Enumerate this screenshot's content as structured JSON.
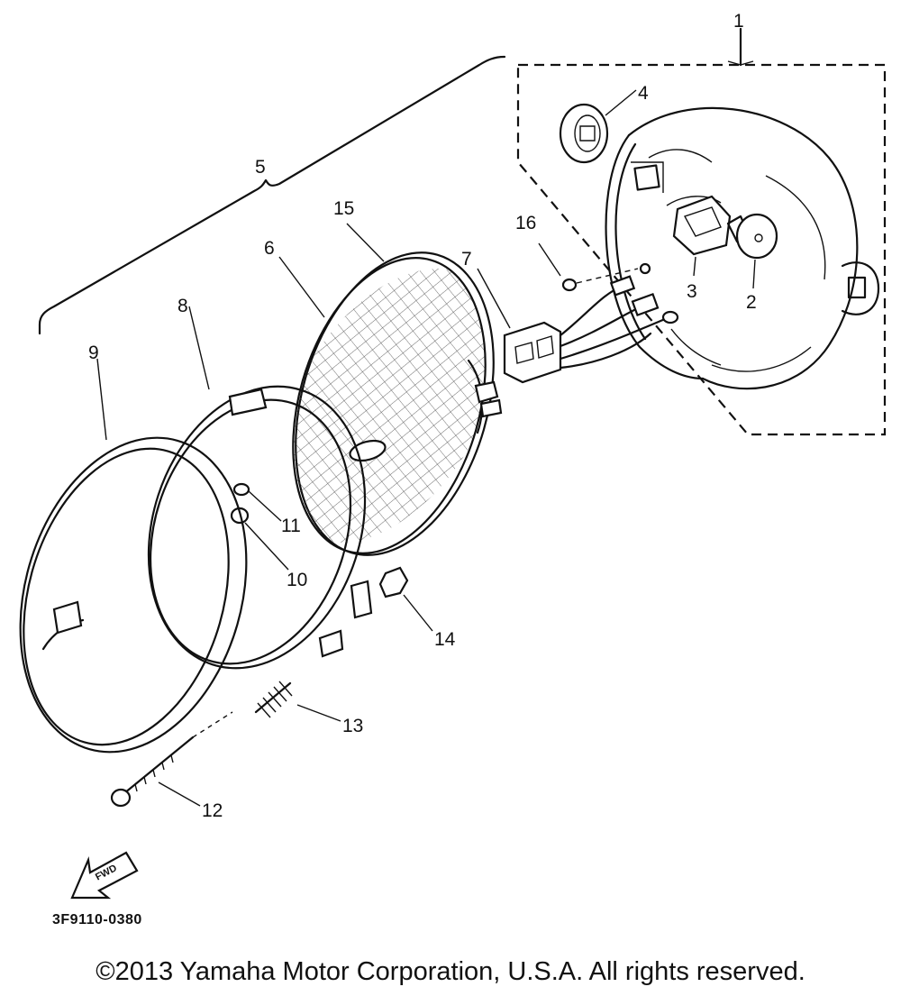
{
  "diagram": {
    "callouts": [
      "1",
      "2",
      "3",
      "4",
      "5",
      "6",
      "7",
      "8",
      "9",
      "10",
      "11",
      "12",
      "13",
      "14",
      "15",
      "16"
    ],
    "fwd_label": "FWD",
    "part_code": "3F9110-0380"
  },
  "footer": {
    "copyright": "©2013 Yamaha Motor Corporation, U.S.A. All rights reserved."
  }
}
